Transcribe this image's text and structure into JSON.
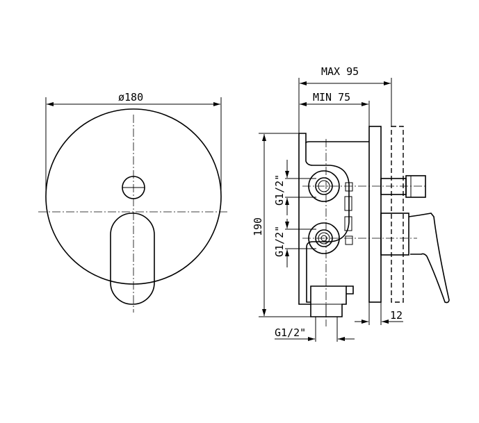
{
  "front_view": {
    "diameter_label": "ø180"
  },
  "side_view": {
    "max_depth_label": "MAX 95",
    "min_depth_label": "MIN 75",
    "height_label": "190",
    "inlet_upper_label": "G1/2\"",
    "inlet_lower_label": "G1/2\"",
    "outlet_bottom_label": "G1/2\"",
    "plate_thickness_label": "12"
  }
}
